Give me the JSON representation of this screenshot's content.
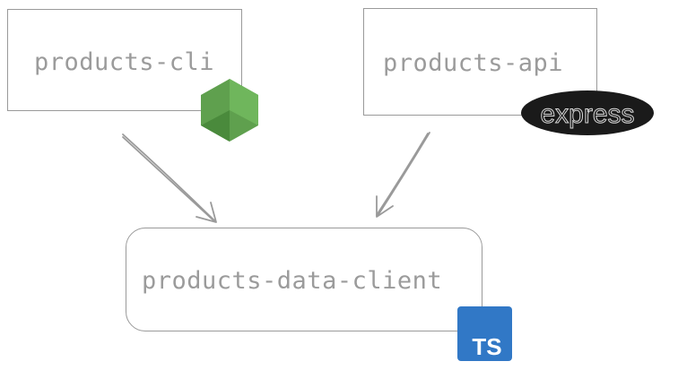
{
  "nodes": {
    "cli": {
      "label": "products-cli",
      "logo": "nodejs-hexagon-icon"
    },
    "api": {
      "label": "products-api",
      "logo": "express-badge",
      "badge_text": "express"
    },
    "client": {
      "label": "products-data-client",
      "logo": "typescript-badge",
      "badge_text": "TS"
    }
  },
  "edges": [
    {
      "from": "products-cli",
      "to": "products-data-client"
    },
    {
      "from": "products-api",
      "to": "products-data-client"
    }
  ],
  "colors": {
    "stroke": "#9a9a9a",
    "text": "#9b9b9b",
    "node_green": "#5fa04e",
    "express_bg": "#1a1a1a",
    "ts_blue": "#3178c6"
  }
}
